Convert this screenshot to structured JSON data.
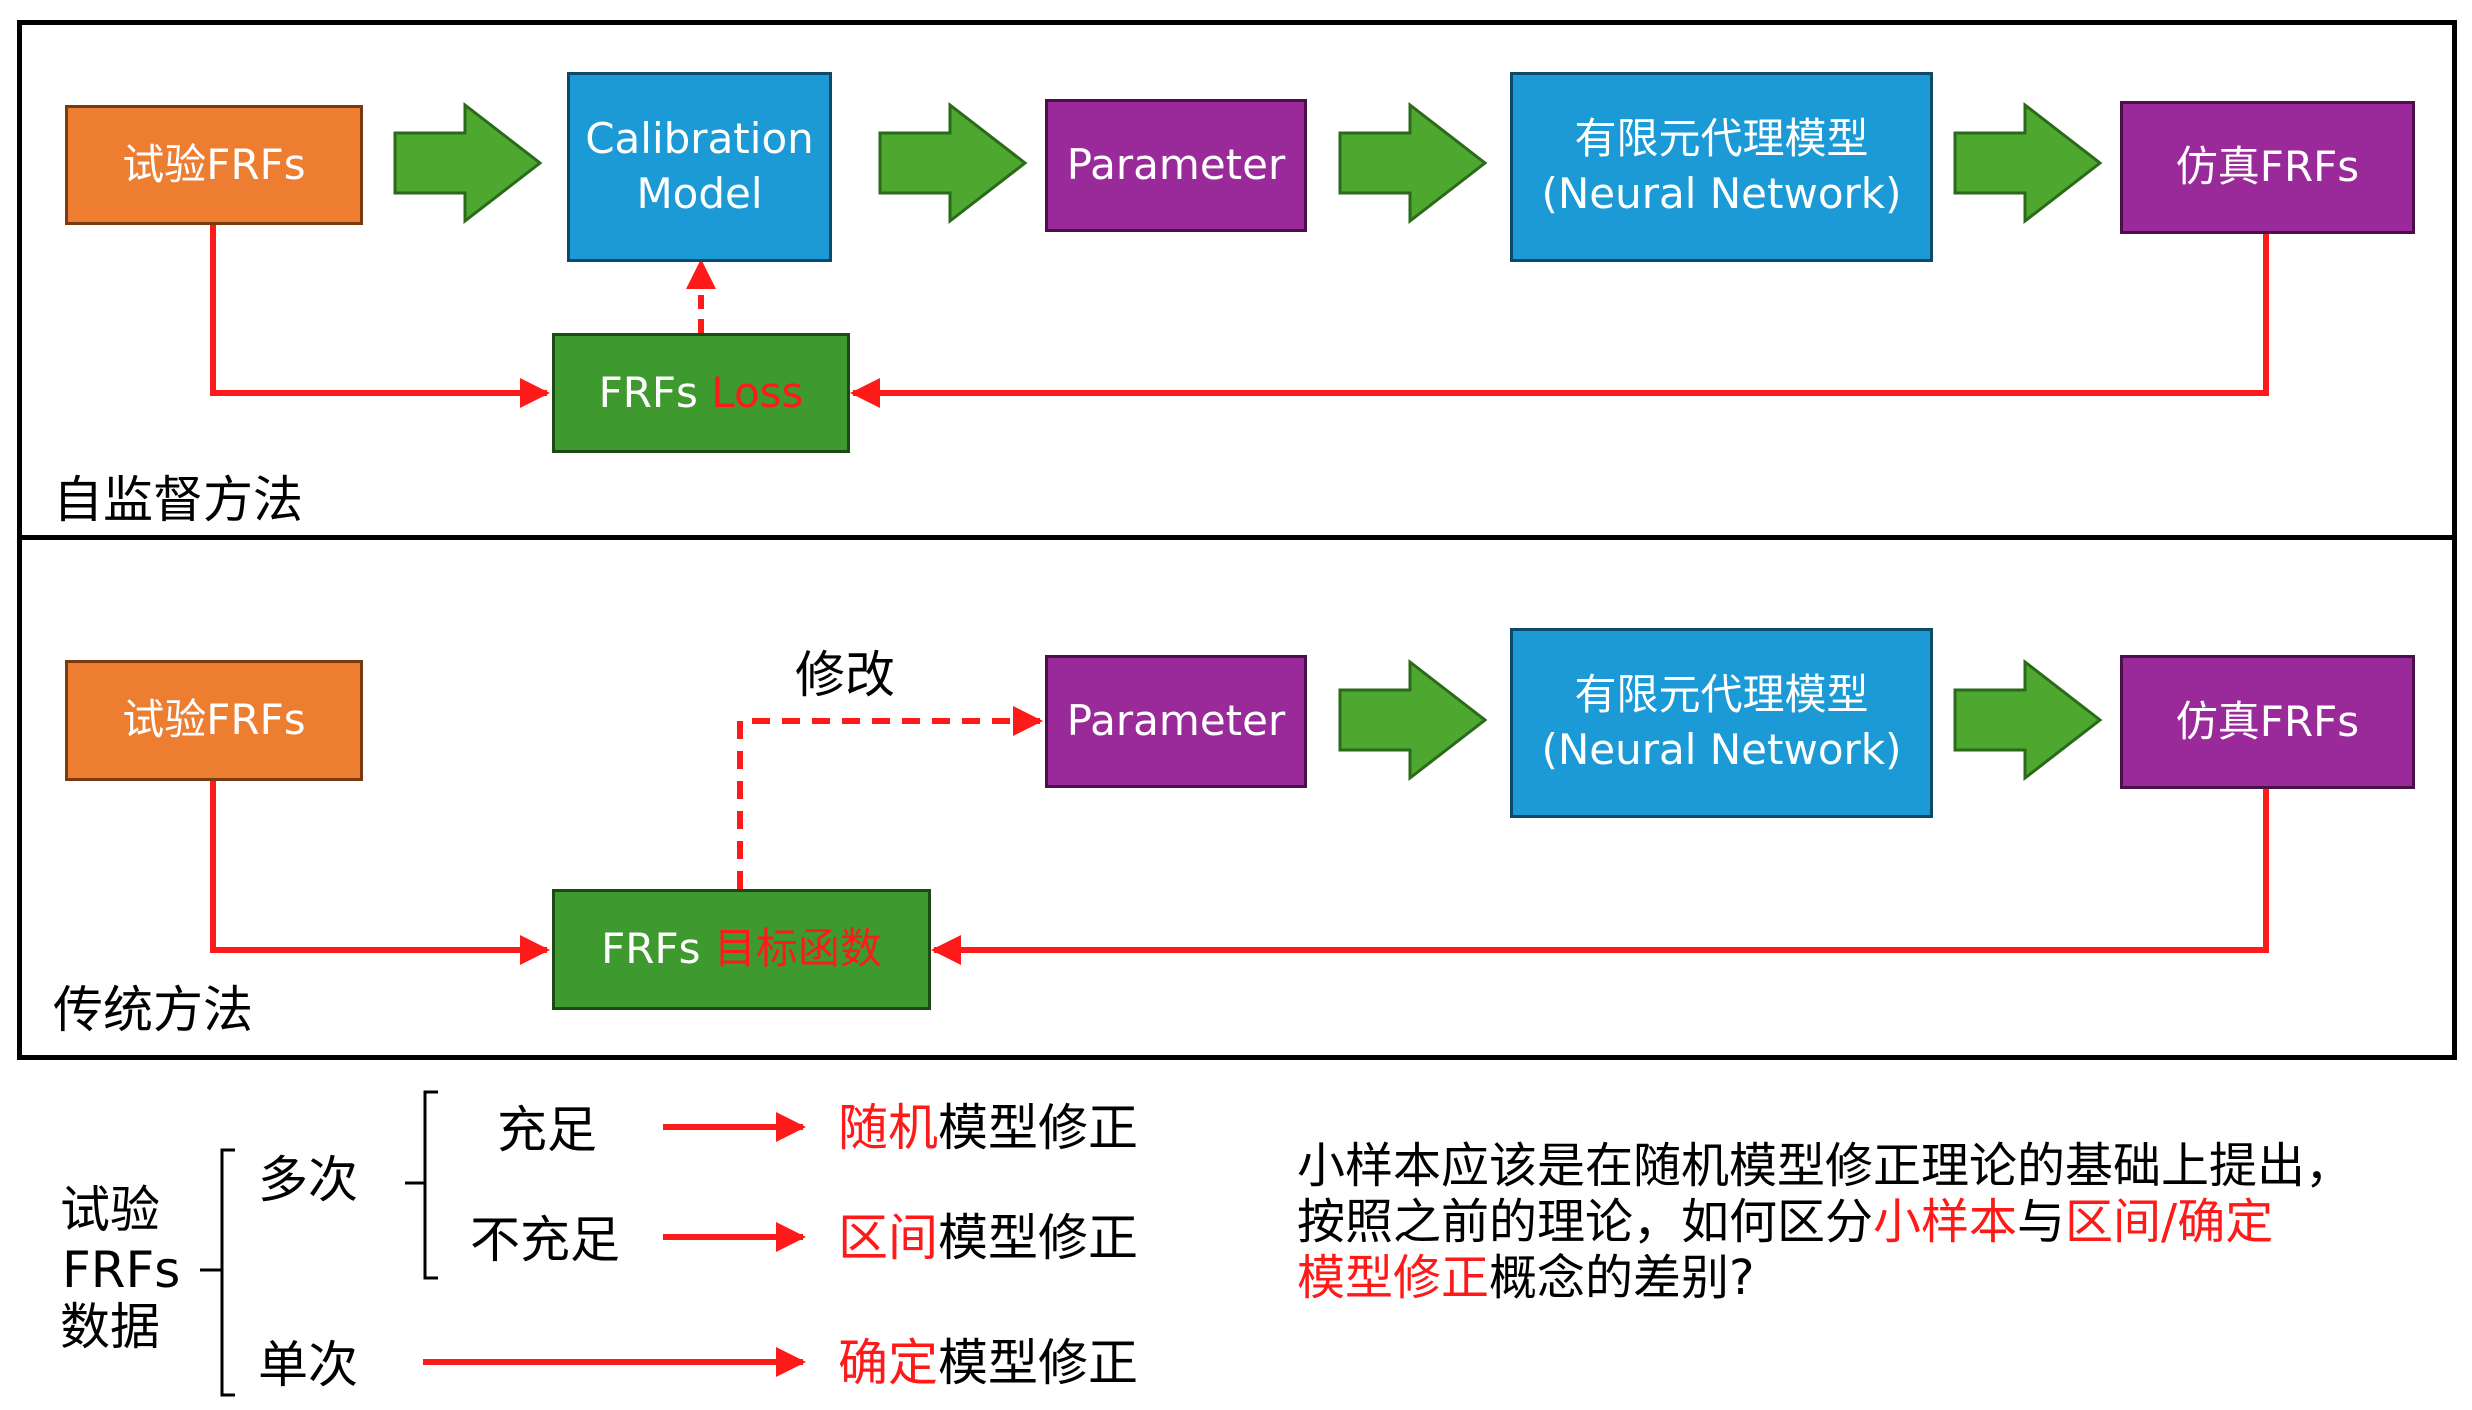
{
  "top_panel": {
    "caption": "自监督方法",
    "test_frfs": "试验FRFs",
    "calibration": [
      "Calibration",
      "Model"
    ],
    "parameter": "Parameter",
    "fe_model": [
      "有限元代理模型",
      "(Neural Network)"
    ],
    "sim_frfs": "仿真FRFs",
    "loss_prefix": "FRFs ",
    "loss_red": "Loss"
  },
  "bottom_panel": {
    "caption": "传统方法",
    "test_frfs": "试验FRFs",
    "modify": "修改",
    "parameter": "Parameter",
    "fe_model": [
      "有限元代理模型",
      "(Neural Network)"
    ],
    "sim_frfs": "仿真FRFs",
    "objective_prefix": "FRFs ",
    "objective_red": "目标函数"
  },
  "tree": {
    "root": [
      "试验",
      "FRFs",
      "数据"
    ],
    "multi": "多次",
    "single": "单次",
    "sufficient": "充足",
    "insufficient": "不充足",
    "out1_red": "随机",
    "out1_black": "模型修正",
    "out2_red": "区间",
    "out2_black": "模型修正",
    "out3_red": "确定",
    "out3_black": "模型修正"
  },
  "note": {
    "l1": "小样本应该是在随机模型修正理论的基础上提出，",
    "l2_a": "按照之前的理论，如何区分",
    "l2_b": "小样本",
    "l2_c": "与",
    "l2_d": "区间/确定",
    "l3_a": "模型修正",
    "l3_b": "概念的差别?"
  },
  "colors": {
    "orange": "#ED7D31",
    "blue": "#1C9AD6",
    "purple": "#9A2A9A",
    "green": "#3E9A2E",
    "arrow_green": "#4EA72E",
    "red": "#FF1A1A"
  }
}
